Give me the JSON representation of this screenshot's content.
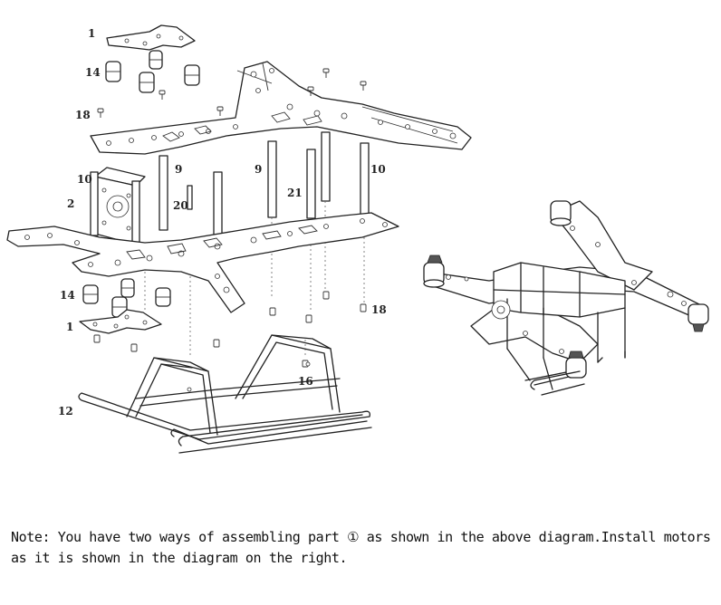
{
  "part_labels": {
    "p1_top": "1",
    "p14_top": "14",
    "p18_left": "18",
    "p10_left": "10",
    "p9_left": "9",
    "p9_mid": "9",
    "p10_right": "10",
    "p2": "2",
    "p20": "20",
    "p21": "21",
    "p14_bottom": "14",
    "p1_bottom": "1",
    "p18_right": "18",
    "p16": "16",
    "p12": "12"
  },
  "note": "Note: You have two ways of assembling part ① as shown in the above diagram.Install motors as it is shown in the diagram on the right."
}
